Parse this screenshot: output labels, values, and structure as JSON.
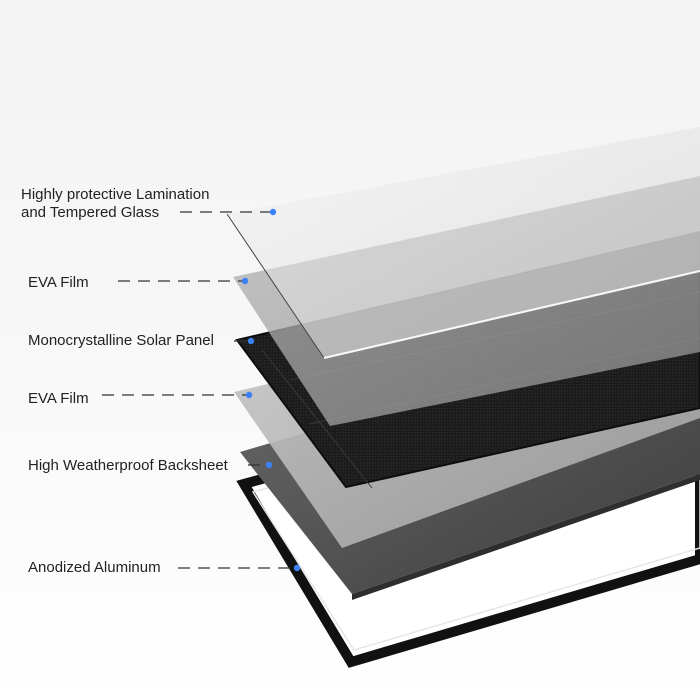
{
  "colors": {
    "background_top": "#f2f2f2",
    "glass": "#d8d8d8",
    "eva_film": "#9a9a9a",
    "solar_cell": "#1a1a1a",
    "backsheet": "#555555",
    "frame": "#111111",
    "leader_dot": "#3b82f6",
    "leader_line": "#333333"
  },
  "layers": [
    {
      "id": "glass",
      "label_lines": [
        "Highly protective Lamination",
        "and Tempered Glass"
      ]
    },
    {
      "id": "eva_top",
      "label_lines": [
        "EVA Film"
      ]
    },
    {
      "id": "solar",
      "label_lines": [
        "Monocrystalline Solar Panel"
      ]
    },
    {
      "id": "eva_bottom",
      "label_lines": [
        "EVA Film"
      ]
    },
    {
      "id": "backsheet",
      "label_lines": [
        "High Weatherproof Backsheet"
      ]
    },
    {
      "id": "frame",
      "label_lines": [
        "Anodized Aluminum"
      ]
    }
  ]
}
